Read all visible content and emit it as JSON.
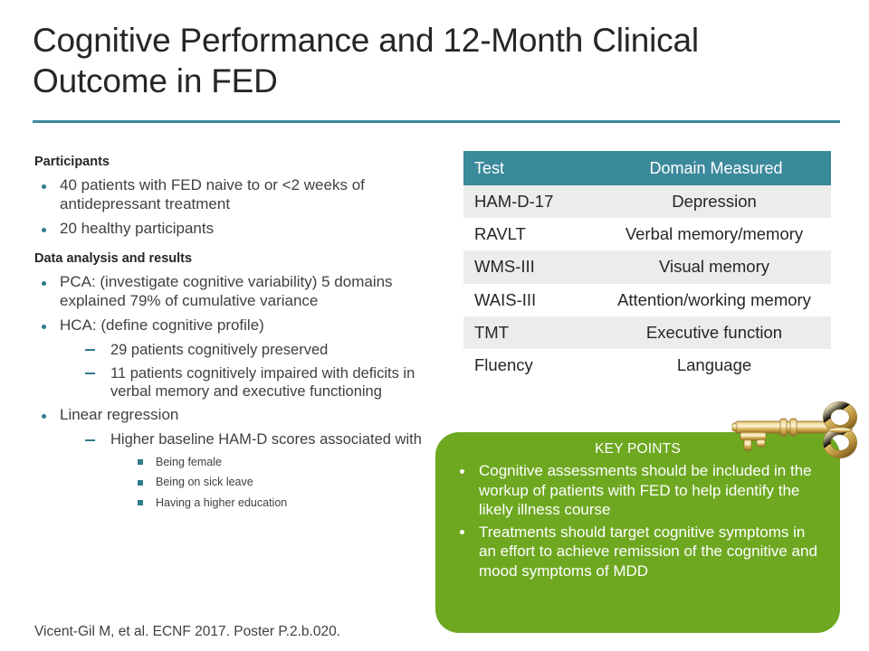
{
  "slide": {
    "title": "Cognitive Performance and 12-Month Clinical Outcome in FED",
    "citation": "Vicent-Gil M, et al. ECNF 2017. Poster P.2.b.020.",
    "accent_teal": "#3B8A9B",
    "accent_green": "#6EA821",
    "bullet_teal": "#2E7D8C",
    "table_shade": "#ECECEC"
  },
  "left": {
    "participants_heading": "Participants",
    "participants": [
      "40 patients with FED naive to or <2 weeks of antidepressant treatment",
      "20 healthy participants"
    ],
    "analysis_heading": "Data analysis and results",
    "pca": "PCA: (investigate cognitive variability) 5 domains explained 79% of cumulative variance",
    "hca": "HCA: (define cognitive profile)",
    "hca_sub": [
      "29 patients cognitively preserved",
      "11 patients cognitively impaired with deficits in verbal memory and executive functioning"
    ],
    "regression": "Linear regression",
    "regression_sub": "Higher baseline HAM-D scores associated with",
    "regression_sub_items": [
      "Being female",
      "Being on sick leave",
      "Having a higher education"
    ]
  },
  "table": {
    "columns": [
      "Test",
      "Domain Measured"
    ],
    "rows": [
      {
        "test": "HAM-D-17",
        "domain": "Depression",
        "shaded": true
      },
      {
        "test": "RAVLT",
        "domain": "Verbal memory/memory",
        "shaded": false
      },
      {
        "test": "WMS-III",
        "domain": "Visual memory",
        "shaded": true
      },
      {
        "test": "WAIS-III",
        "domain": "Attention/working memory",
        "shaded": false
      },
      {
        "test": "TMT",
        "domain": "Executive function",
        "shaded": true
      },
      {
        "test": "Fluency",
        "domain": "Language",
        "shaded": false
      }
    ]
  },
  "key_points": {
    "title": "KEY POINTS",
    "items": [
      "Cognitive assessments should be included in the workup of patients with FED to help identify the likely illness course",
      "Treatments should target cognitive symptoms in an effort to achieve remission of the cognitive and mood symptoms of MDD"
    ],
    "icon": "key-icon"
  }
}
